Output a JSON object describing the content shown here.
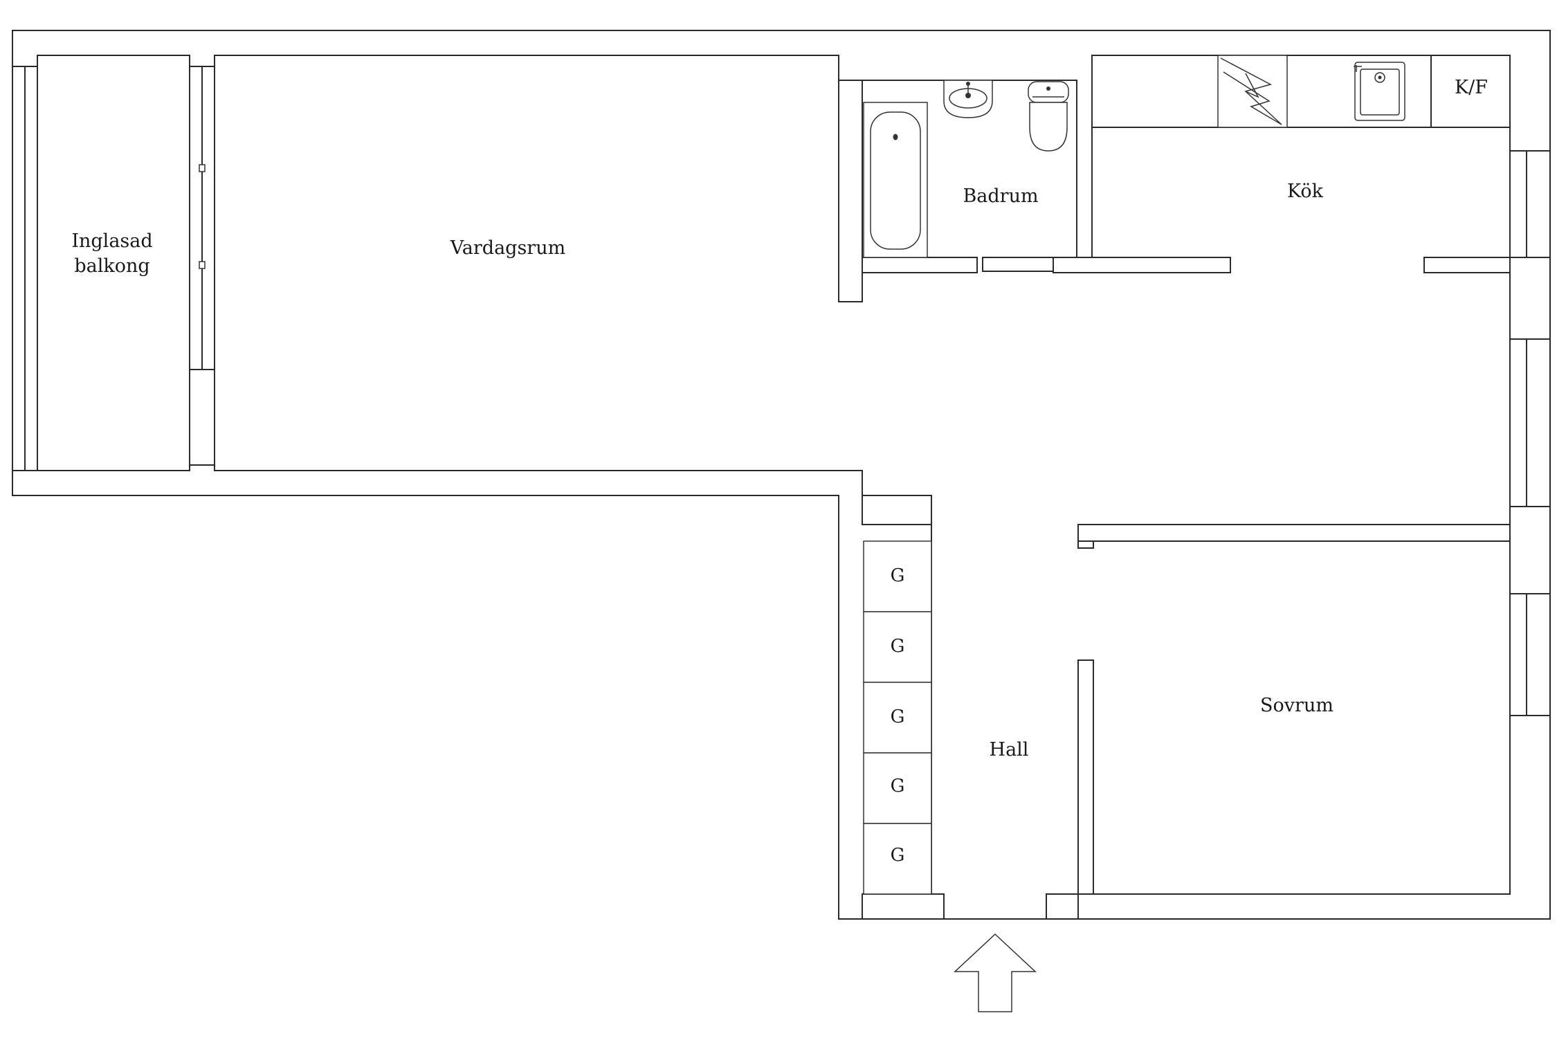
{
  "rooms": {
    "balcony_line1": "Inglasad",
    "balcony_line2": "balkong",
    "living": "Vardagsrum",
    "bathroom": "Badrum",
    "kitchen": "Kök",
    "hall": "Hall",
    "bedroom": "Sovrum"
  },
  "fixtures": {
    "fridge_freezer": "K/F",
    "wardrobes": [
      "G",
      "G",
      "G",
      "G",
      "G"
    ]
  },
  "icons": [
    "bathtub-icon",
    "washbasin-icon",
    "toilet-icon",
    "stove-icon",
    "sink-icon",
    "entrance-arrow-icon"
  ]
}
